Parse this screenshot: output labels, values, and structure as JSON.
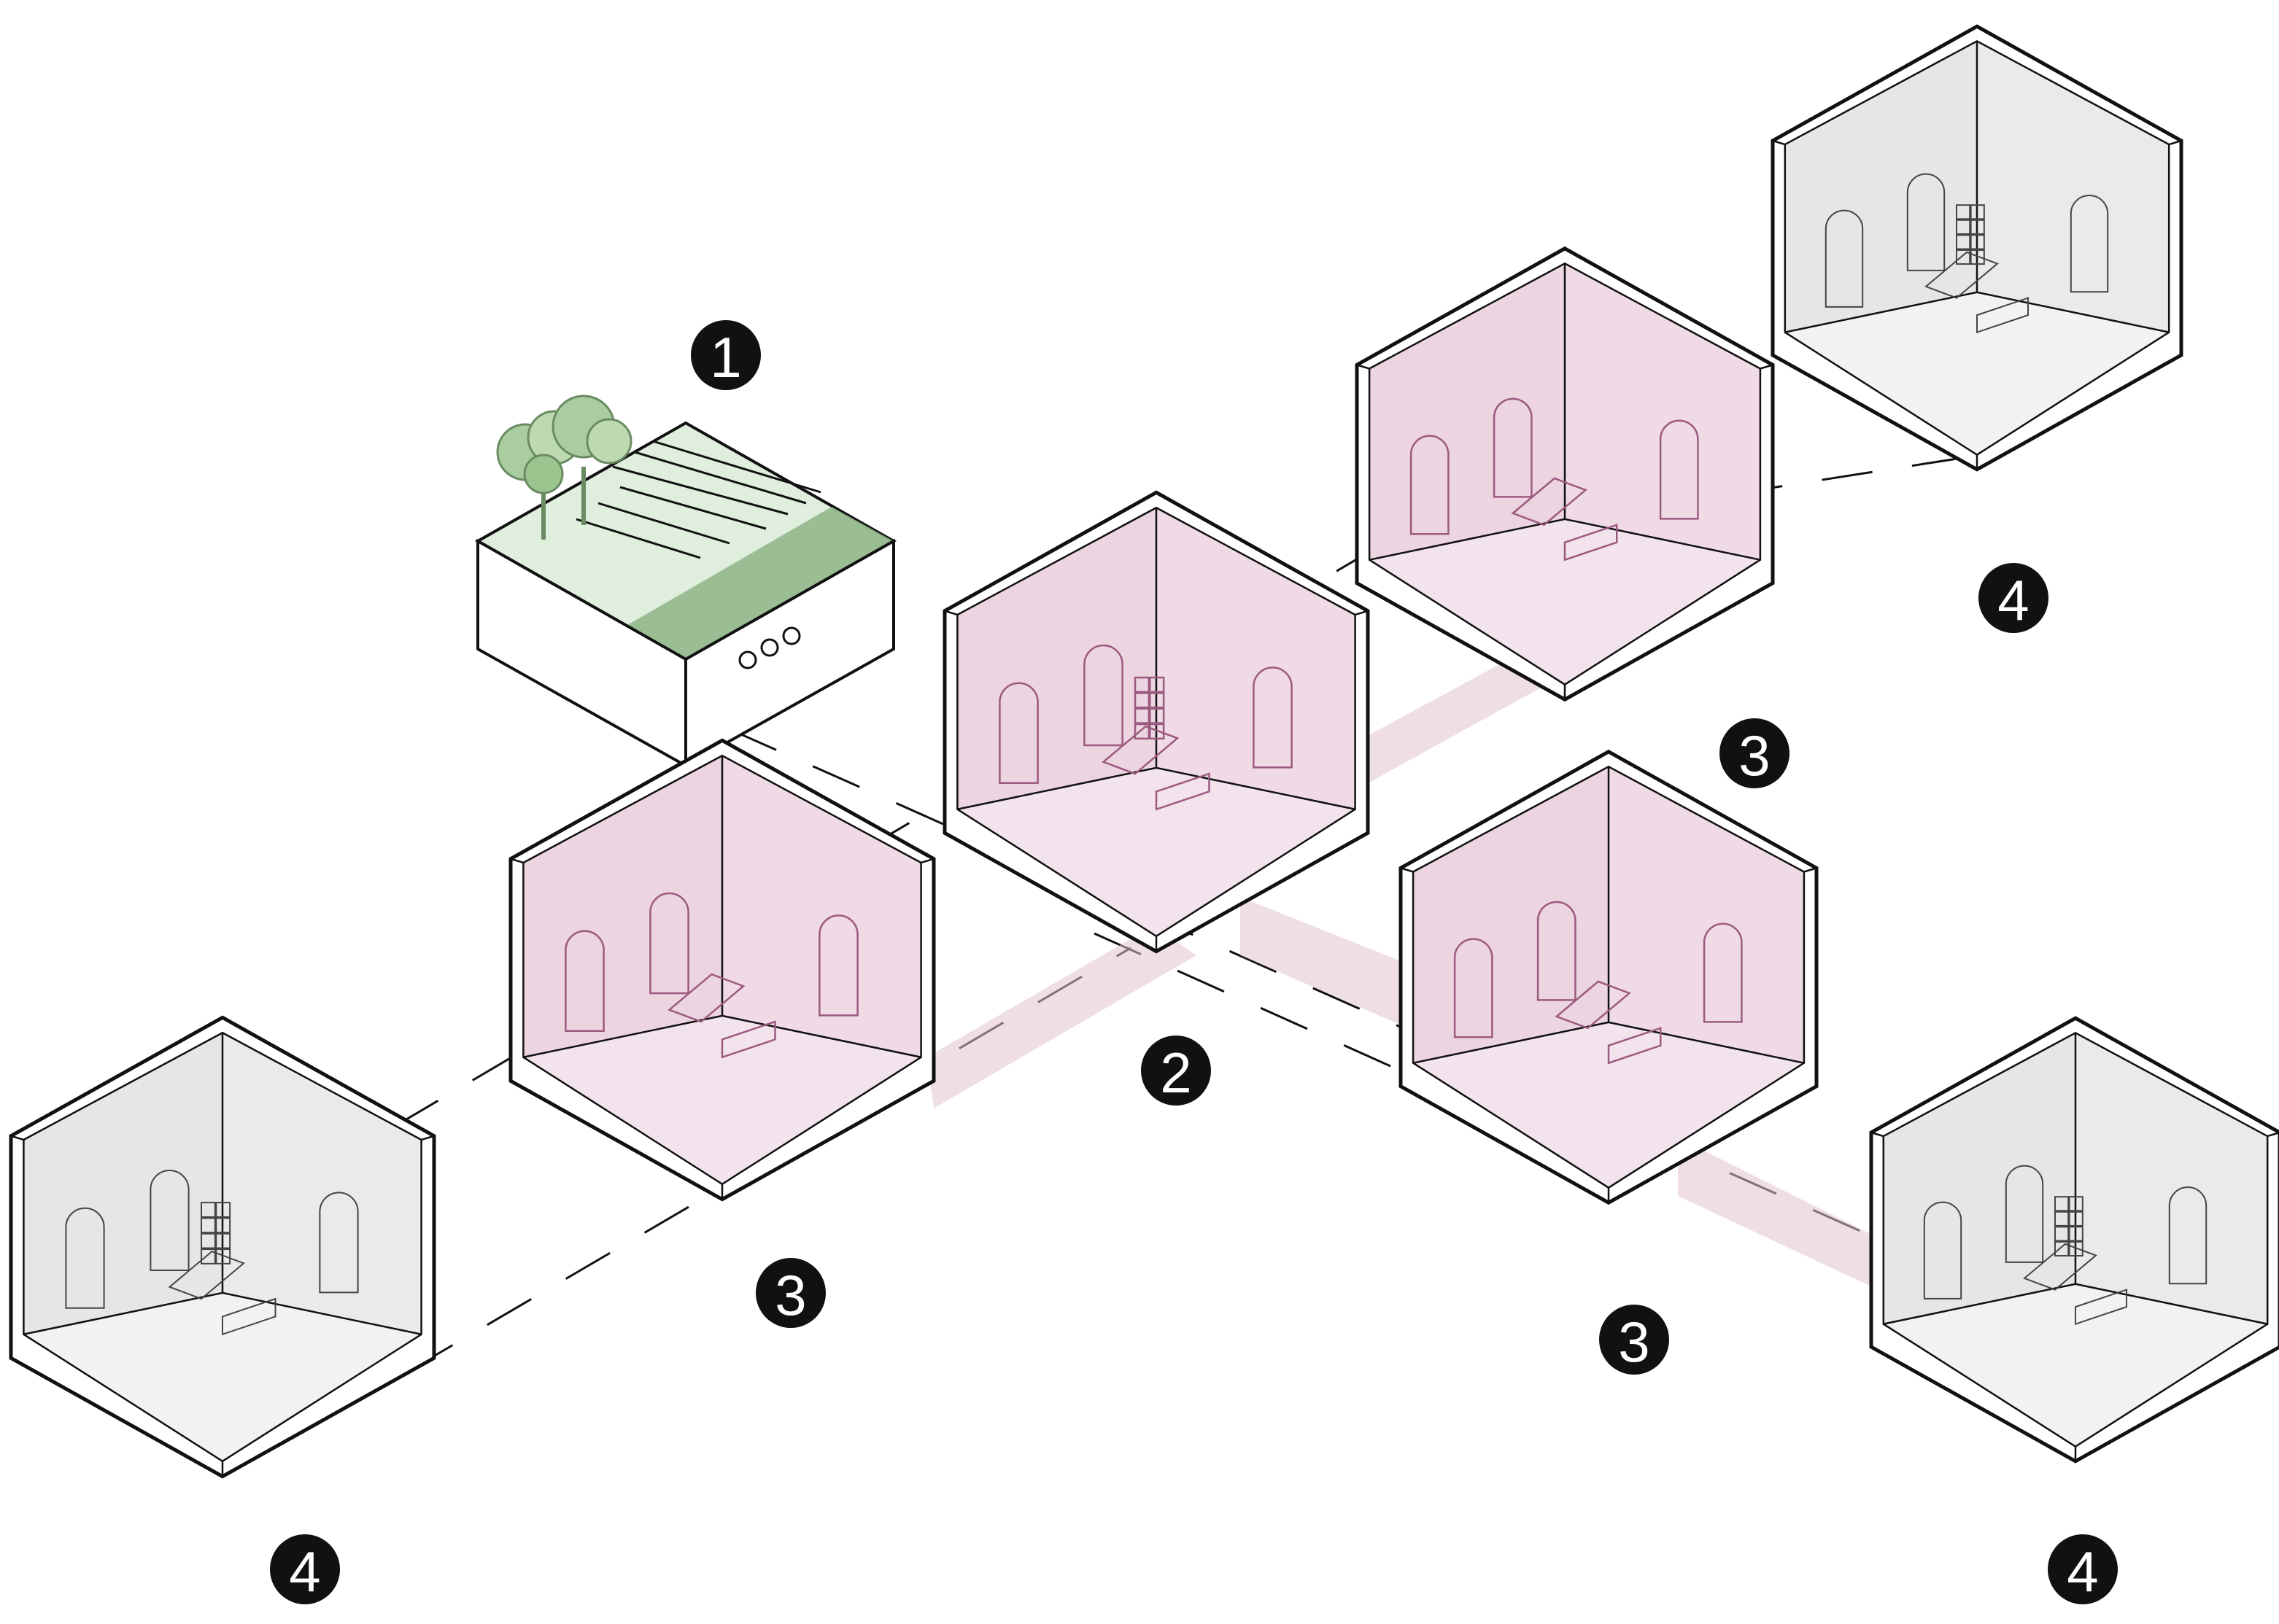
{
  "colors": {
    "pink_fill": "#ecd4e0",
    "pink_light": "#f3e3ec",
    "grey_fill": "#e6e6e6",
    "grey_light": "#f2f2f2",
    "green_fill": "#dfeedd",
    "green_dark": "#8fb487",
    "outline": "#111111",
    "badge": "#111111"
  },
  "badges": [
    {
      "label": "1"
    },
    {
      "label": "2"
    },
    {
      "label": "3"
    },
    {
      "label": "3"
    },
    {
      "label": "3"
    },
    {
      "label": "4"
    },
    {
      "label": "4"
    },
    {
      "label": "4"
    }
  ],
  "modules": [
    {
      "kind": "roof-garden",
      "icon": "tree-icon"
    },
    {
      "kind": "kitchen-dining",
      "color": "pink"
    },
    {
      "kind": "living-room",
      "color": "pink"
    },
    {
      "kind": "living-room",
      "color": "pink"
    },
    {
      "kind": "living-room",
      "color": "pink"
    },
    {
      "kind": "bathroom-bedroom",
      "color": "grey"
    },
    {
      "kind": "bathroom-bedroom",
      "color": "grey"
    },
    {
      "kind": "bathroom-bedroom",
      "color": "grey"
    }
  ]
}
